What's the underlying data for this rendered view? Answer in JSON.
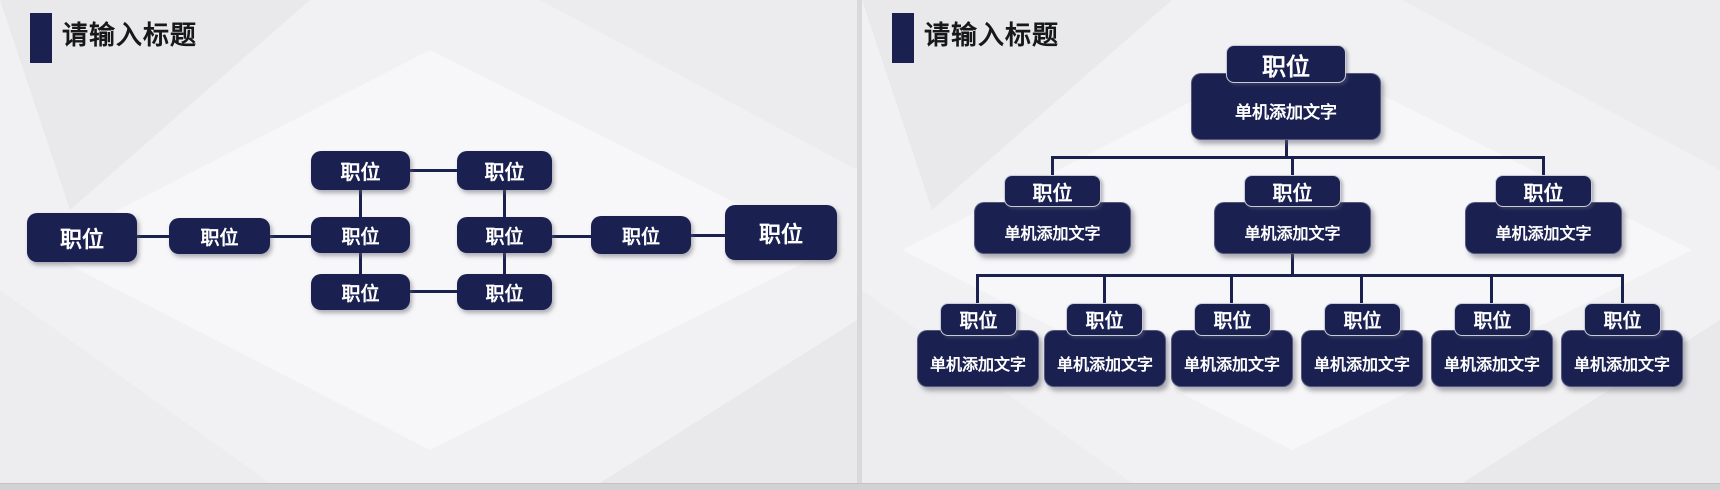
{
  "left_slide": {
    "title": "请输入标题",
    "nodes": [
      {
        "label": "职位"
      },
      {
        "label": "职位"
      },
      {
        "label": "职位"
      },
      {
        "label": "职位"
      },
      {
        "label": "职位"
      },
      {
        "label": "职位"
      },
      {
        "label": "职位"
      },
      {
        "label": "职位"
      },
      {
        "label": "职位"
      },
      {
        "label": "职位"
      }
    ]
  },
  "right_slide": {
    "title": "请输入标题",
    "root": {
      "tab": "职位",
      "body": "单机添加文字"
    },
    "level2": [
      {
        "tab": "职位",
        "body": "单机添加文字"
      },
      {
        "tab": "职位",
        "body": "单机添加文字"
      },
      {
        "tab": "职位",
        "body": "单机添加文字"
      }
    ],
    "level3": [
      {
        "tab": "职位",
        "body": "单机添加文字"
      },
      {
        "tab": "职位",
        "body": "单机添加文字"
      },
      {
        "tab": "职位",
        "body": "单机添加文字"
      },
      {
        "tab": "职位",
        "body": "单机添加文字"
      },
      {
        "tab": "职位",
        "body": "单机添加文字"
      },
      {
        "tab": "职位",
        "body": "单机添加文字"
      }
    ]
  },
  "colors": {
    "node_fill": "#1a2151",
    "connector": "#1a2151",
    "accent_bar": "#1a2151",
    "title_text": "#17181a",
    "slide_background": "#f1f1f3",
    "page_background": "#d9d9db",
    "bottom_strip": "#d2d2d4",
    "node_text": "#ffffff"
  }
}
